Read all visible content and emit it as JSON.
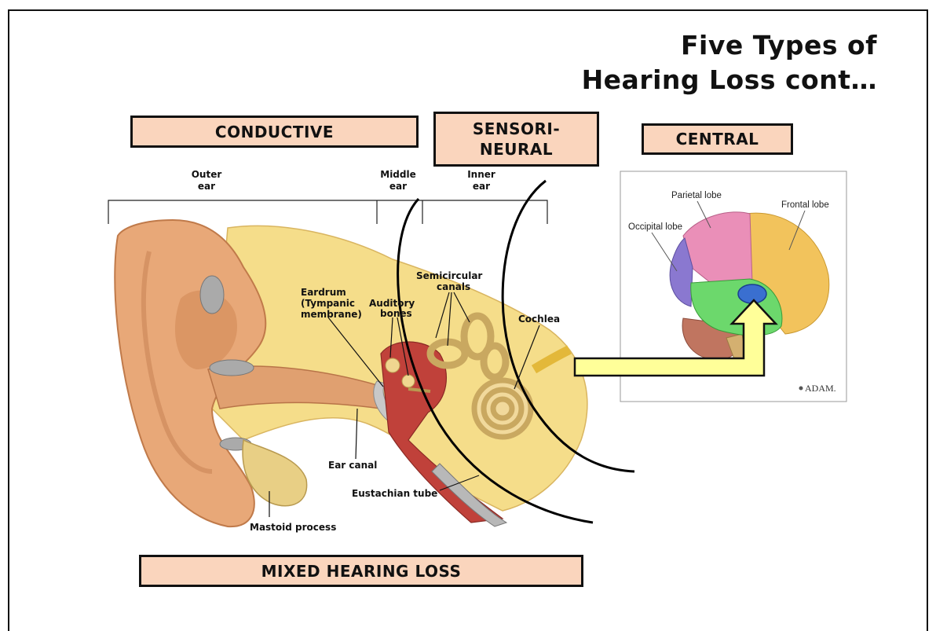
{
  "title": {
    "line1": "Five Types of",
    "line2": "Hearing Loss cont…"
  },
  "boxes": {
    "conductive": "CONDUCTIVE",
    "sensori_line1": "SENSORI-",
    "sensori_line2": "NEURAL",
    "central": "CENTRAL",
    "mixed": "MIXED HEARING LOSS"
  },
  "ear_diagram": {
    "regions": {
      "outer": [
        "Outer",
        "ear"
      ],
      "middle": [
        "Middle",
        "ear"
      ],
      "inner": [
        "Inner",
        "ear"
      ]
    },
    "labels": {
      "eardrum": [
        "Eardrum",
        "(Tympanic",
        "membrane)"
      ],
      "auditory": [
        "Auditory",
        "bones"
      ],
      "semicircular": [
        "Semicircular",
        "canals"
      ],
      "cochlea": "Cochlea",
      "ear_canal": "Ear canal",
      "eustachian": "Eustachian tube",
      "mastoid": "Mastoid process"
    }
  },
  "brain_diagram": {
    "labels": {
      "parietal": "Parietal lobe",
      "frontal": "Frontal lobe",
      "occipital": "Occipital lobe"
    },
    "credit": "ADAM."
  },
  "colors": {
    "box_fill": "#fad5bd",
    "arrow_fill": "#ffff99",
    "skin": "#e8a878",
    "bone": "#f5dd8a",
    "target_circle": "#3a6fd0"
  }
}
